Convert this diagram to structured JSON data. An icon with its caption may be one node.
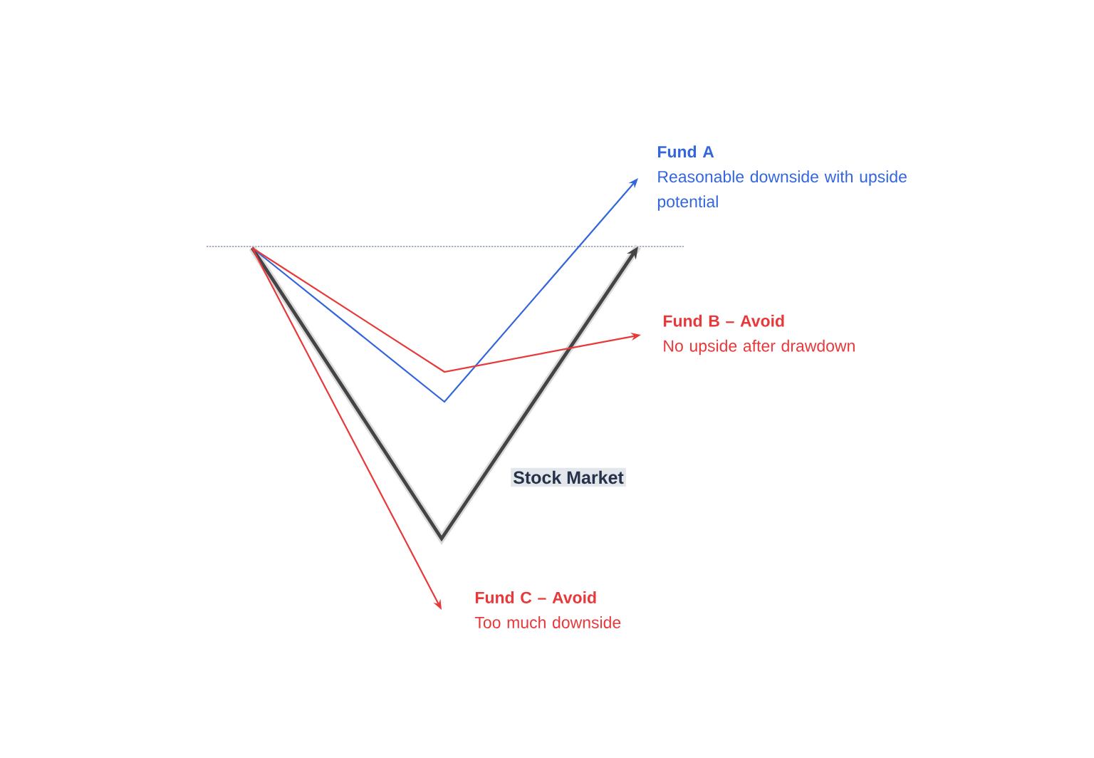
{
  "diagram": {
    "nodes": [
      {
        "text": [
          "Fund A",
          "Reasonable downside with upside potential"
        ]
      },
      {
        "text": [
          "Fund B – Avoid",
          "No upside after drawdown"
        ]
      },
      {
        "text": [
          "Fund C – Avoid",
          "Too much downside"
        ]
      }
    ],
    "edges": [
      {
        "from": null,
        "to": 0,
        "arrow": "to",
        "color": "#3366dd"
      },
      {
        "from": null,
        "to": 1,
        "arrow": "to",
        "color": "#e8383a"
      },
      {
        "from": null,
        "to": 2,
        "arrow": "to",
        "color": "#e8383a"
      }
    ],
    "labels": [
      "Stock Market"
    ]
  }
}
